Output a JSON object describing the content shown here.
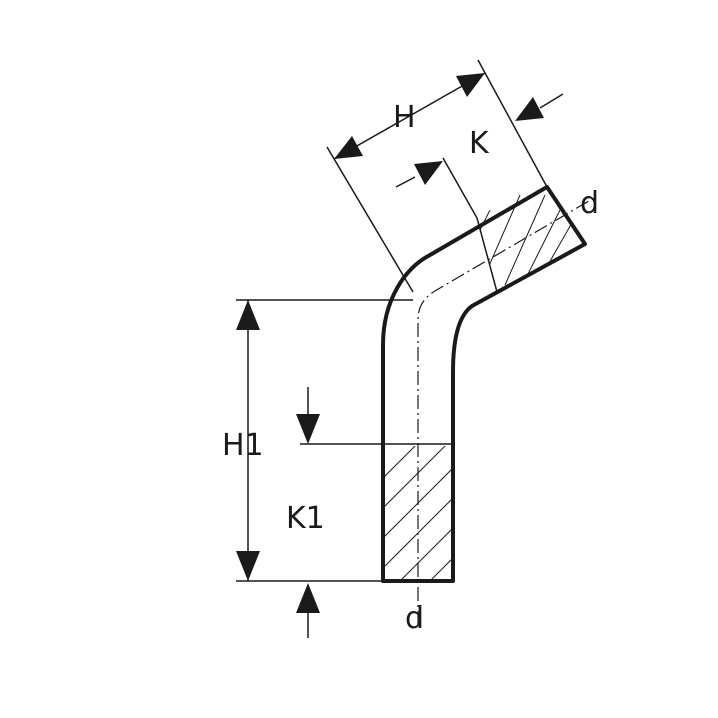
{
  "labels": {
    "H": "H",
    "K": "K",
    "d_top": "d",
    "H1": "H1",
    "K1": "K1",
    "d_bottom": "d"
  },
  "colors": {
    "line": "#1a1a1a",
    "background": "#ffffff"
  }
}
